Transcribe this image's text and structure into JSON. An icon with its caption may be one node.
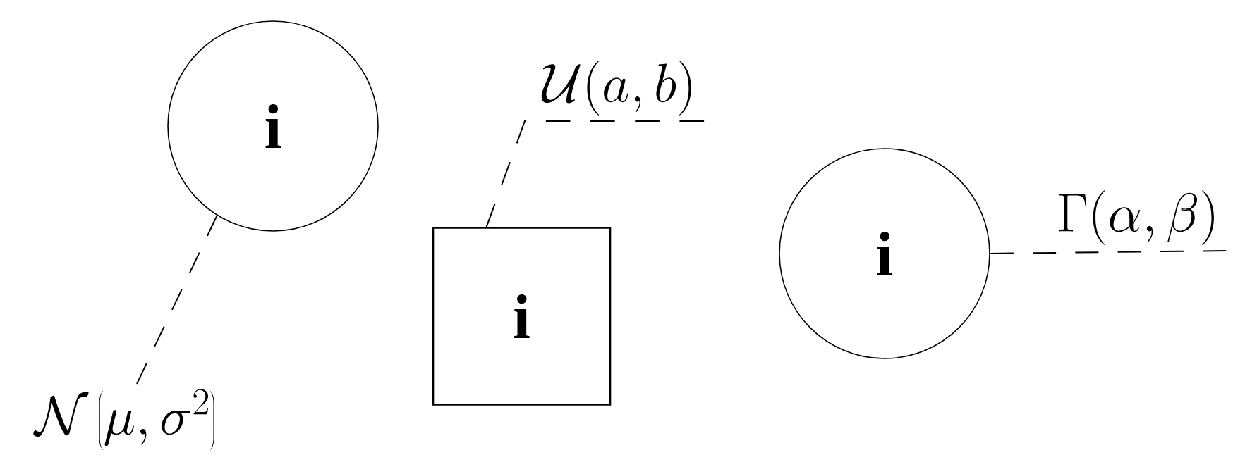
{
  "diagram": {
    "nodes": [
      {
        "text": [
          "i"
        ]
      },
      {
        "text": [
          "i"
        ]
      },
      {
        "text": [
          "i"
        ]
      },
      {
        "text": [
          "\\mathcal{N}\\left(\\mu,\\sigma^2\\right)"
        ]
      },
      {
        "text": [
          "\\mathcal{U}(a,b)"
        ]
      },
      {
        "text": [
          "\\Gamma(\\alpha,\\beta)"
        ]
      }
    ],
    "edges": [
      {
        "from": 3,
        "to": 0,
        "arrow": "none",
        "style": "dashed"
      },
      {
        "from": 4,
        "to": 1,
        "arrow": "none",
        "style": "dashed"
      },
      {
        "from": 5,
        "to": 2,
        "arrow": "none",
        "style": "dashed"
      }
    ]
  }
}
